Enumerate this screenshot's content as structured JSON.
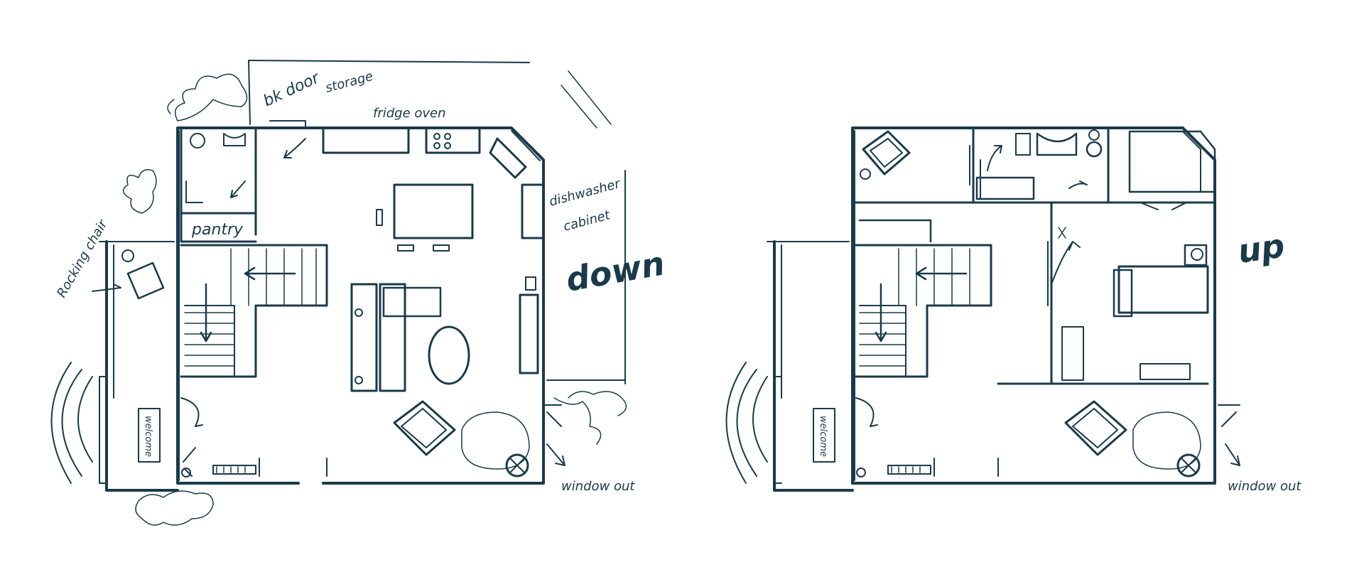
{
  "colors": {
    "ink": "#1a3a4a",
    "paper": "#ffffff"
  },
  "plans": [
    {
      "id": "downstairs",
      "level_label": "down",
      "labels": {
        "back_door": "bk door",
        "storage": "storage",
        "fridge_oven": "fridge oven",
        "dishwasher": "dishwasher",
        "cabinet": "cabinet",
        "pantry": "pantry",
        "rocking_chair": "Rocking chair",
        "welcome": "welcome",
        "window_out": "window out"
      }
    },
    {
      "id": "upstairs",
      "level_label": "up",
      "labels": {
        "welcome": "welcome",
        "window_out": "window out"
      }
    }
  ]
}
